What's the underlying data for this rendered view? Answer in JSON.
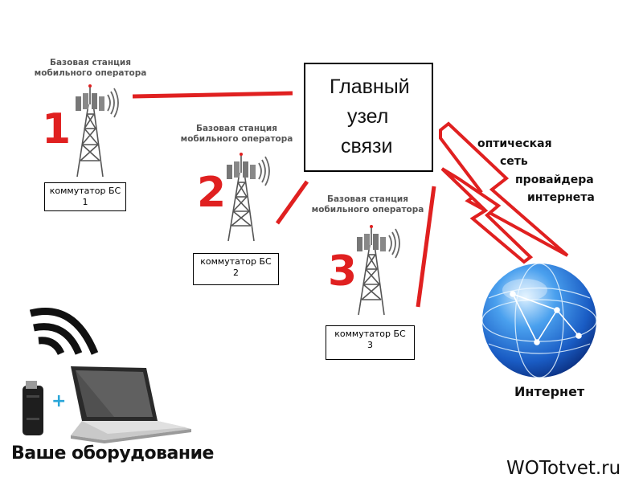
{
  "stations": [
    {
      "number": "1",
      "caption_line1": "Базовая станция",
      "caption_line2": "мобильного оператора",
      "switch_line1": "коммутатор БС",
      "switch_line2": "1"
    },
    {
      "number": "2",
      "caption_line1": "Базовая станция",
      "caption_line2": "мобильного оператора",
      "switch_line1": "коммутатор БС",
      "switch_line2": "2"
    },
    {
      "number": "3",
      "caption_line1": "Базовая станция",
      "caption_line2": "мобильного оператора",
      "switch_line1": "коммутатор БС",
      "switch_line2": "3"
    }
  ],
  "hub": {
    "line1": "Главный",
    "line2": "узел",
    "line3": "связи"
  },
  "fiber": {
    "line1": "оптическая",
    "line2": "сеть",
    "line3": "провайдера",
    "line4": "интернета"
  },
  "internet_label": "Интернет",
  "equipment": {
    "plus": "+",
    "label": "Ваше оборудование"
  },
  "watermark": "WOTotvet.ru",
  "colors": {
    "link_red": "#e02020",
    "globe_blue": "#1e6fd6",
    "tower_gray": "#555555"
  },
  "icons": [
    "tower-icon",
    "signal-waves-icon",
    "lightning-bolt-icon",
    "globe-icon",
    "usb-modem-icon",
    "laptop-icon",
    "wifi-signal-icon"
  ]
}
